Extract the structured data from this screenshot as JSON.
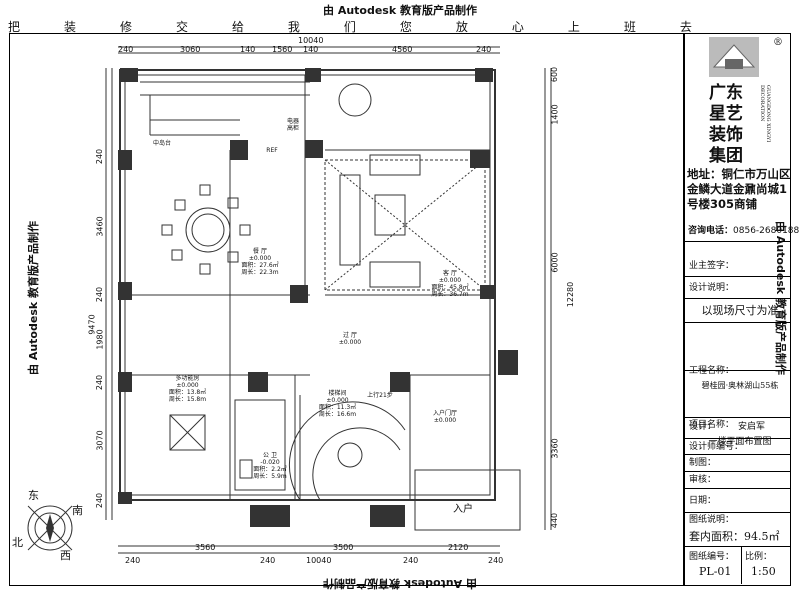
{
  "watermark": "由 Autodesk 教育版产品制作",
  "slogan": [
    "把",
    "装",
    "修",
    "交",
    "给",
    "我",
    "们",
    "您",
    "放",
    "心",
    "上",
    "班",
    "去"
  ],
  "dims": {
    "top_total": "10040",
    "top": [
      "240",
      "3060",
      "140",
      "1560",
      "140",
      "4560",
      "240"
    ],
    "bottom_total": "10040",
    "bottom": [
      "240",
      "3560",
      "240",
      "3500",
      "240",
      "2120",
      "240"
    ],
    "left_total": "9470",
    "left": [
      "240",
      "3460",
      "240",
      "1980",
      "240",
      "3070",
      "240"
    ],
    "right_total": "12280",
    "right": [
      "600",
      "1400",
      "6000",
      "3360",
      "440"
    ]
  },
  "rooms": {
    "dining": {
      "name": "餐 厅",
      "level": "±0.000",
      "area": "面积：27.6㎡",
      "perimeter": "周长：22.3m"
    },
    "living": {
      "name": "客 厅",
      "level": "±0.000",
      "area": "面积：45.8㎡",
      "perimeter": "周长：36.7m"
    },
    "corridor": {
      "name": "过 厅",
      "level": "±0.000"
    },
    "multi": {
      "name": "多功能房",
      "level": "±0.000",
      "area": "面积：13.8㎡",
      "perimeter": "周长：15.8m"
    },
    "stair": {
      "name": "楼梯间",
      "level": "±0.000",
      "area": "面积：11.3㎡",
      "perimeter": "周长：16.6m"
    },
    "stair_note": "上行21步",
    "entrance_hall": {
      "name": "入户门厅",
      "level": "±0.000"
    },
    "wc": {
      "name": "公 卫",
      "level": "-0.020",
      "area": "面积：2.2㎡",
      "perimeter": "周长：5.9m"
    },
    "island": "中岛台",
    "appliance": "电器\n高柜",
    "ref": "REF",
    "entry": "入户"
  },
  "compass": {
    "east": "东",
    "south": "南",
    "north": "北",
    "west": "西"
  },
  "company": {
    "name": "广东\n星艺\n装饰\n集团",
    "en": "GUANGDONG XINGYI DECORATION",
    "reg": "®",
    "address": "地址：铜仁市万山区金鳞大道金鼐尚城1号楼305商铺",
    "phone_label": "咨询电话：",
    "phone": "0856-2680188"
  },
  "titleblock": {
    "owner_label": "业主签字：",
    "design_label": "设计说明：",
    "note": "以现场尺寸为准",
    "project_label": "工程名称：",
    "project": "碧桂园·奥林湖山55栋",
    "item_label": "项目名称：",
    "item": "一楼平面布置图",
    "designer_label": "设计：",
    "designer": "安启军",
    "assistant_label": "设计师编号：",
    "draw_label": "制图：",
    "review_label": "审核：",
    "date_label": "日期：",
    "drawing_note_label": "图纸说明：",
    "area": "套内面积：94.5㎡",
    "no_label": "图纸编号：",
    "no": "PL-01",
    "scale_label": "比例：",
    "scale": "1:50"
  }
}
